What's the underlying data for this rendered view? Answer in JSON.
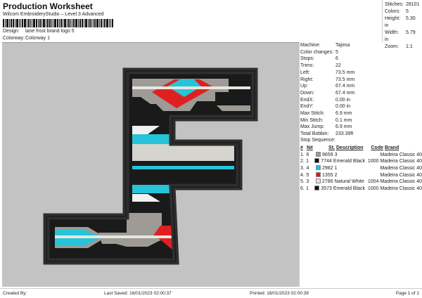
{
  "header": {
    "title": "Production Worksheet",
    "subtitle": "Wilcom EmbroideryStudio – Level 3 Advanced",
    "design_label": "Design:",
    "design": "lane frost brand logo 5",
    "colorway_label": "Colorway:",
    "colorway": "Colorway 1"
  },
  "stats": [
    {
      "k": "Stitches:",
      "v": "28101"
    },
    {
      "k": "Colors:",
      "v": "5"
    },
    {
      "k": "Height:",
      "v": "5.30 in"
    },
    {
      "k": "Width:",
      "v": "5.79 in"
    },
    {
      "k": "Zoom:",
      "v": "1:1"
    }
  ],
  "info": [
    {
      "k": "Machine:",
      "v": "Tajima"
    },
    {
      "k": "Color changes:",
      "v": "5"
    },
    {
      "k": "Stops:",
      "v": "6"
    },
    {
      "k": "Trims:",
      "v": "22"
    },
    {
      "k": "Left:",
      "v": "73.5 mm"
    },
    {
      "k": "Right:",
      "v": "73.5 mm"
    },
    {
      "k": "Up:",
      "v": "67.4 mm"
    },
    {
      "k": "Down:",
      "v": "67.4 mm"
    },
    {
      "k": "EndX:",
      "v": "0.00 in"
    },
    {
      "k": "EndY:",
      "v": "0.00 in"
    },
    {
      "k": "Max Stitch:",
      "v": "6.9 mm"
    },
    {
      "k": "Min Stitch:",
      "v": "0.1 mm"
    },
    {
      "k": "Max Jump:",
      "v": "6.9 mm"
    },
    {
      "k": "Total Bobbin:",
      "v": "233.39ft"
    }
  ],
  "sequence": {
    "title": "Stop Sequence:",
    "headers": [
      "#",
      "N#",
      "St.",
      "Description",
      "Code",
      "Brand"
    ],
    "rows": [
      {
        "n": "1.",
        "nn": "6",
        "color": "#9a9a9a",
        "st": "9659",
        "desc": "3",
        "code": "",
        "brand": "Madeira Classic 40"
      },
      {
        "n": "2.",
        "nn": "1",
        "color": "#111111",
        "st": "7744",
        "desc": "Emerald Black",
        "code": "1000",
        "brand": "Madeira Classic 40"
      },
      {
        "n": "3.",
        "nn": "4",
        "color": "#20c0e0",
        "st": "2982",
        "desc": "1",
        "code": "",
        "brand": "Madeira Classic 40"
      },
      {
        "n": "4.",
        "nn": "5",
        "color": "#e01818",
        "st": "1355",
        "desc": "2",
        "code": "",
        "brand": "Madeira Classic 40"
      },
      {
        "n": "5.",
        "nn": "3",
        "color": "#e0e0e0",
        "st": "2786",
        "desc": "Natural White",
        "code": "1004",
        "brand": "Madeira Classic 40"
      },
      {
        "n": "6.",
        "nn": "1",
        "color": "#111111",
        "st": "3573",
        "desc": "Emerald Black",
        "code": "1000",
        "brand": "Madeira Classic 40"
      }
    ]
  },
  "footer": {
    "created": "Created By:",
    "saved": "Last Saved: 16/01/2023 02:00:37",
    "printed": "Printed: 16/01/2023 02:00:39",
    "page": "Page 1 of 1"
  }
}
